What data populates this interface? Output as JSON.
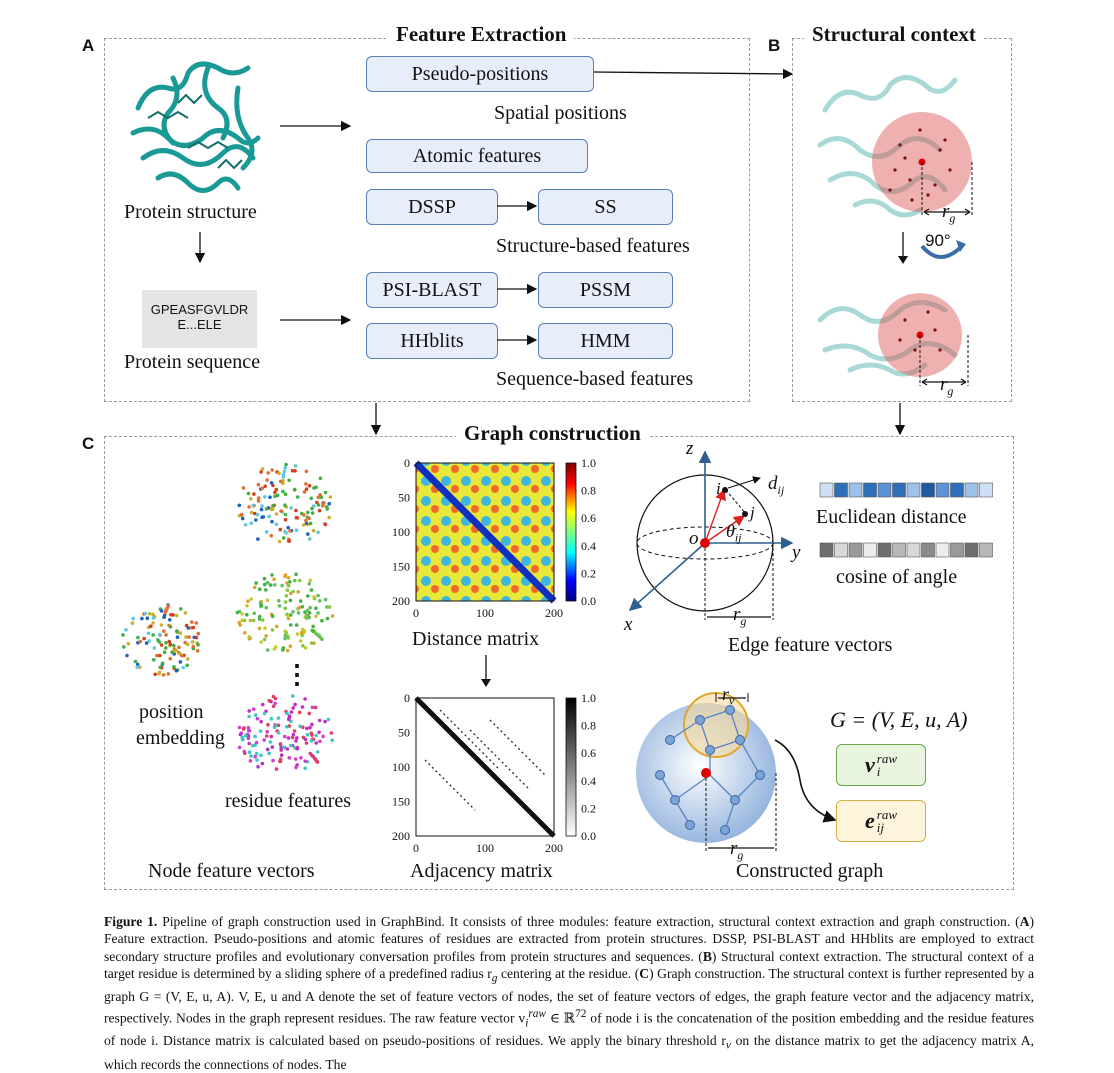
{
  "panel_letters": {
    "a": "A",
    "b": "B",
    "c": "C"
  },
  "sections": {
    "feature_extraction": "Feature Extraction",
    "structural_context": "Structural context",
    "graph_construction": "Graph construction"
  },
  "panel_a": {
    "protein_structure": "Protein structure",
    "sequence_line1": "GPEASFGVLDR",
    "sequence_line2": "E...ELE",
    "protein_sequence": "Protein sequence",
    "pseudo_positions": "Pseudo-positions",
    "spatial_positions": "Spatial positions",
    "atomic_features": "Atomic features",
    "dssp": "DSSP",
    "ss": "SS",
    "structure_based": "Structure-based features",
    "psi_blast": "PSI-BLAST",
    "pssm": "PSSM",
    "hhblits": "HHblits",
    "hmm": "HMM",
    "sequence_based": "Sequence-based features"
  },
  "panel_b": {
    "rotation": "90°",
    "radius_symbol": "r",
    "radius_sub": "g"
  },
  "panel_c": {
    "position_embedding_1": "position",
    "position_embedding_2": "embedding",
    "residue_features": "residue features",
    "ellipsis": "⋮",
    "node_feature_vectors": "Node feature vectors",
    "distance_matrix": "Distance matrix",
    "adjacency_matrix": "Adjacency matrix",
    "euclidean_distance": "Euclidean distance",
    "cosine_of_angle": "cosine of angle",
    "edge_feature_vectors": "Edge feature vectors",
    "constructed_graph": "Constructed graph",
    "graph_formula": "G = (V, E, u, A)",
    "v_raw": "v",
    "e_raw": "e",
    "axis_z": "z",
    "axis_y": "y",
    "axis_x": "x",
    "origin": "o",
    "node_i": "i",
    "node_j": "j",
    "d_ij": "d",
    "theta_ij": "θ",
    "rv_symbol": "r",
    "rv_sub": "v"
  },
  "heatmap_ticks": [
    "0",
    "50",
    "100",
    "150",
    "200"
  ],
  "heatmap_xticks": [
    "0",
    "100",
    "200"
  ],
  "colorbar_ticks": [
    "1.0",
    "0.8",
    "0.6",
    "0.4",
    "0.2",
    "0.0"
  ],
  "colors": {
    "accent": "#5a7fb8",
    "box_fill": "#e8eef9",
    "teal": "#1a9a96",
    "node": "#7da2d6"
  },
  "caption": {
    "fig": "Figure 1.",
    "text1": " Pipeline of graph construction used in GraphBind. It consists of three modules: feature extraction, structural context extraction and graph construction. (",
    "A": "A",
    "text2": ") Feature extraction. Pseudo-positions and atomic features of residues are extracted from protein structures. DSSP, PSI-BLAST and HHblits are employed to extract secondary structure profiles and evolutionary conversation profiles from protein structures and sequences. (",
    "B": "B",
    "text3": ") Structural context extraction. The structural context of a target residue is determined by a sliding sphere of a predefined radius r",
    "text3b": " centering at the residue. (",
    "C": "C",
    "text4": ") Graph construction. The structural context is further represented by a graph G = (V, E, u, A). V, E, u and A denote the set of feature vectors of nodes, the set of feature vectors of edges, the graph feature vector and the adjacency matrix, respectively. Nodes in the graph represent residues. The raw feature vector v",
    "text4b": " ∈ ℝ",
    "text4c": "72",
    "text5": " of node i is the concatenation of the position embedding and the residue features of node i. Distance matrix is calculated based on pseudo-positions of residues. We apply the binary threshold r",
    "text5b": " on the distance matrix to get the adjacency matrix A, which records the connections of nodes. The",
    "sub_g": "g",
    "sub_v": "v",
    "sup_raw": "raw",
    "sub_i": "i"
  }
}
